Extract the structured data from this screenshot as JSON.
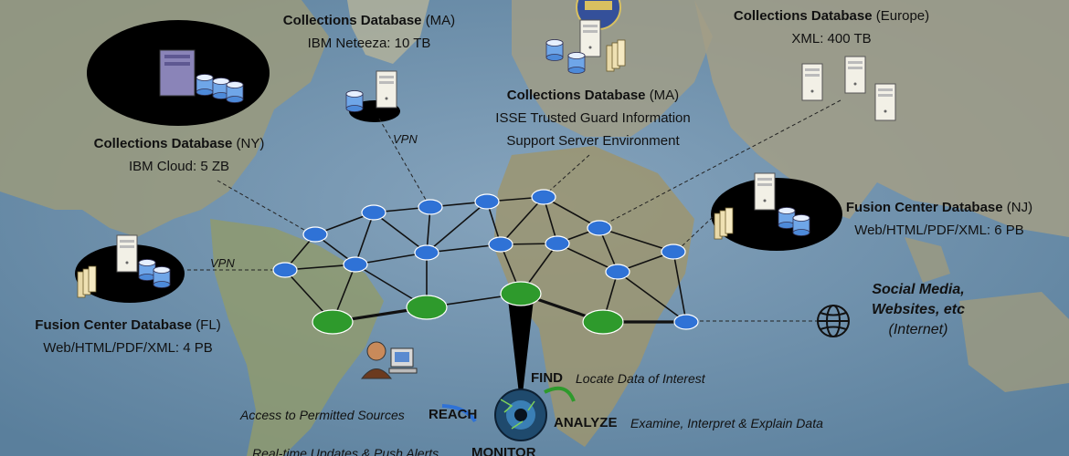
{
  "databases": {
    "ma_neteeza": {
      "name": "Collections Database",
      "region": "(MA)",
      "detail": "IBM Neteeza: 10 TB"
    },
    "ma_isse": {
      "name": "Collections Database",
      "region": "(MA)",
      "detail_line1": "ISSE Trusted Guard Information",
      "detail_line2": "Support Server Environment"
    },
    "europe": {
      "name": "Collections Database",
      "region": "(Europe)",
      "detail": "XML: 400 TB"
    },
    "ny": {
      "name": "Collections Database",
      "region": "(NY)",
      "detail": "IBM Cloud: 5 ZB"
    },
    "nj": {
      "name": "Fusion Center Database",
      "region": "(NJ)",
      "detail": "Web/HTML/PDF/XML: 6 PB"
    },
    "fl": {
      "name": "Fusion Center Database",
      "region": "(FL)",
      "detail": "Web/HTML/PDF/XML: 4 PB"
    }
  },
  "links": {
    "vpn_top": "VPN",
    "vpn_left": "VPN"
  },
  "internet": {
    "line1": "Social Media,",
    "line2": "Websites, etc",
    "line3": "(Internet)"
  },
  "capabilities": {
    "find": {
      "label": "FIND",
      "desc": "Locate Data of Interest"
    },
    "reach": {
      "label": "REACH",
      "desc": "Access to Permitted Sources"
    },
    "analyze": {
      "label": "ANALYZE",
      "desc": "Examine, Interpret & Explain Data"
    },
    "monitor": {
      "label": "MONITOR",
      "desc": "Real-time Updates & Push Alerts"
    }
  },
  "colors": {
    "node_blue": "#2f72d6",
    "node_green": "#2e9a2c",
    "ocean": "#6f93b0",
    "land": "#9b9a7c"
  }
}
